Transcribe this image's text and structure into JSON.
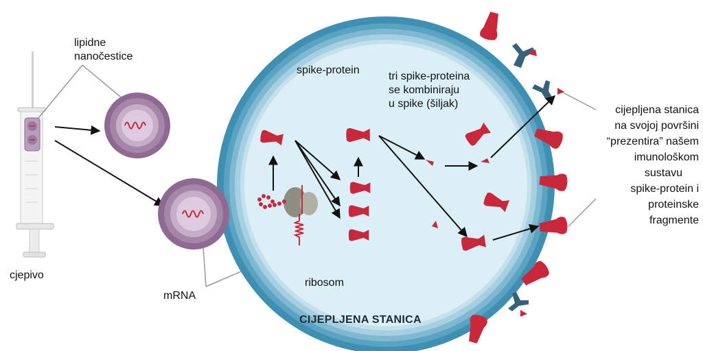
{
  "labels": {
    "lipid_nanoparticles_line1": "lipidne",
    "lipid_nanoparticles_line2": "nanočestice",
    "vaccine": "cjepivo",
    "mrna": "mRNA",
    "ribosome": "ribosom",
    "spike_protein": "spike-protein",
    "three_spikes_line1": "tri spike-proteina",
    "three_spikes_line2": "se kombiniraju",
    "three_spikes_line3": "u spike (šiljak)",
    "presenting_cell_line1": "cijepljena stanica",
    "presenting_cell_line2": "na svojoj površini",
    "presenting_cell_line3": "“prezentira” našem",
    "presenting_cell_line4": "imunološkom",
    "presenting_cell_line5": "sustavu",
    "presenting_cell_line6": "spike-protein i",
    "presenting_cell_line7": "proteinske",
    "presenting_cell_line8": "fragmente",
    "cell_title": "CIJEPLJENA STANICA"
  },
  "colors": {
    "cell_outer": "#3f8fb3",
    "cell_ring2": "#69adc9",
    "cell_ring3": "#96c8dc",
    "cell_ring4": "#bfdeea",
    "cell_inner": "#d9eef6",
    "spike_red": "#c8283a",
    "spike_dark": "#9a1a28",
    "receptor": "#36617a",
    "nanoparticle_outer": "#8e6a93",
    "nanoparticle_mid": "#b596b8",
    "nanoparticle_inner": "#d9c6dc",
    "ribosome": "#9a9a8e",
    "arrow": "#111111",
    "leader_line": "#999999"
  },
  "icons": {
    "syringe": "syringe-icon",
    "nanoparticle": "lipid-nanoparticle-icon",
    "ribosome": "ribosome-icon",
    "spike_protein": "spike-protein-icon",
    "receptor": "receptor-icon"
  }
}
